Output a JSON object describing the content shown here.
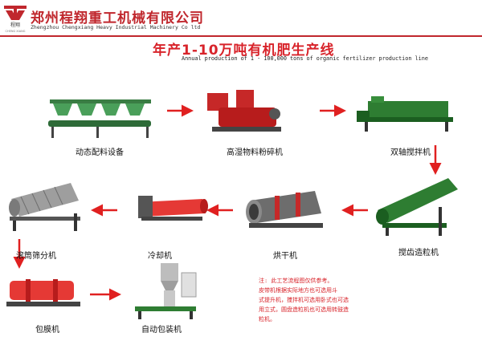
{
  "header": {
    "company_cn": "郑州程翔重工机械有限公司",
    "company_en": "Zhengzhou Chengxiang Heavy Industrial Machinery Co ltd",
    "logo_text": "程翔"
  },
  "title": "年产1-10万吨有机肥生产线",
  "subtitle": "Annual production of 1 - 100,000 tons of organic fertilizer production line",
  "machines": {
    "dynamic_batching": "动态配料设备",
    "high_moisture_crusher": "高湿物料粉碎机",
    "twin_shaft_mixer": "双轴搅拌机",
    "granulator": "搅齿造粒机",
    "dryer": "烘干机",
    "cooler": "冷却机",
    "drum_screen": "滚筒筛分机",
    "coating_machine": "包膜机",
    "auto_packing": "自动包装机"
  },
  "note": {
    "line1": "注: 此工艺流程图仅供参考。",
    "line2": "    皮带机根据实际地方也可选用斗",
    "line3": "式提升机，搅拌机可选用卧式也可选",
    "line4": "用立式，圆盘造粒机也可选用转鼓造",
    "line5": "粒机。"
  },
  "colors": {
    "brand_red": "#c0272d",
    "arrow_red": "#e02020",
    "machine_green": "#2e8b57",
    "machine_red": "#d42a2a"
  }
}
